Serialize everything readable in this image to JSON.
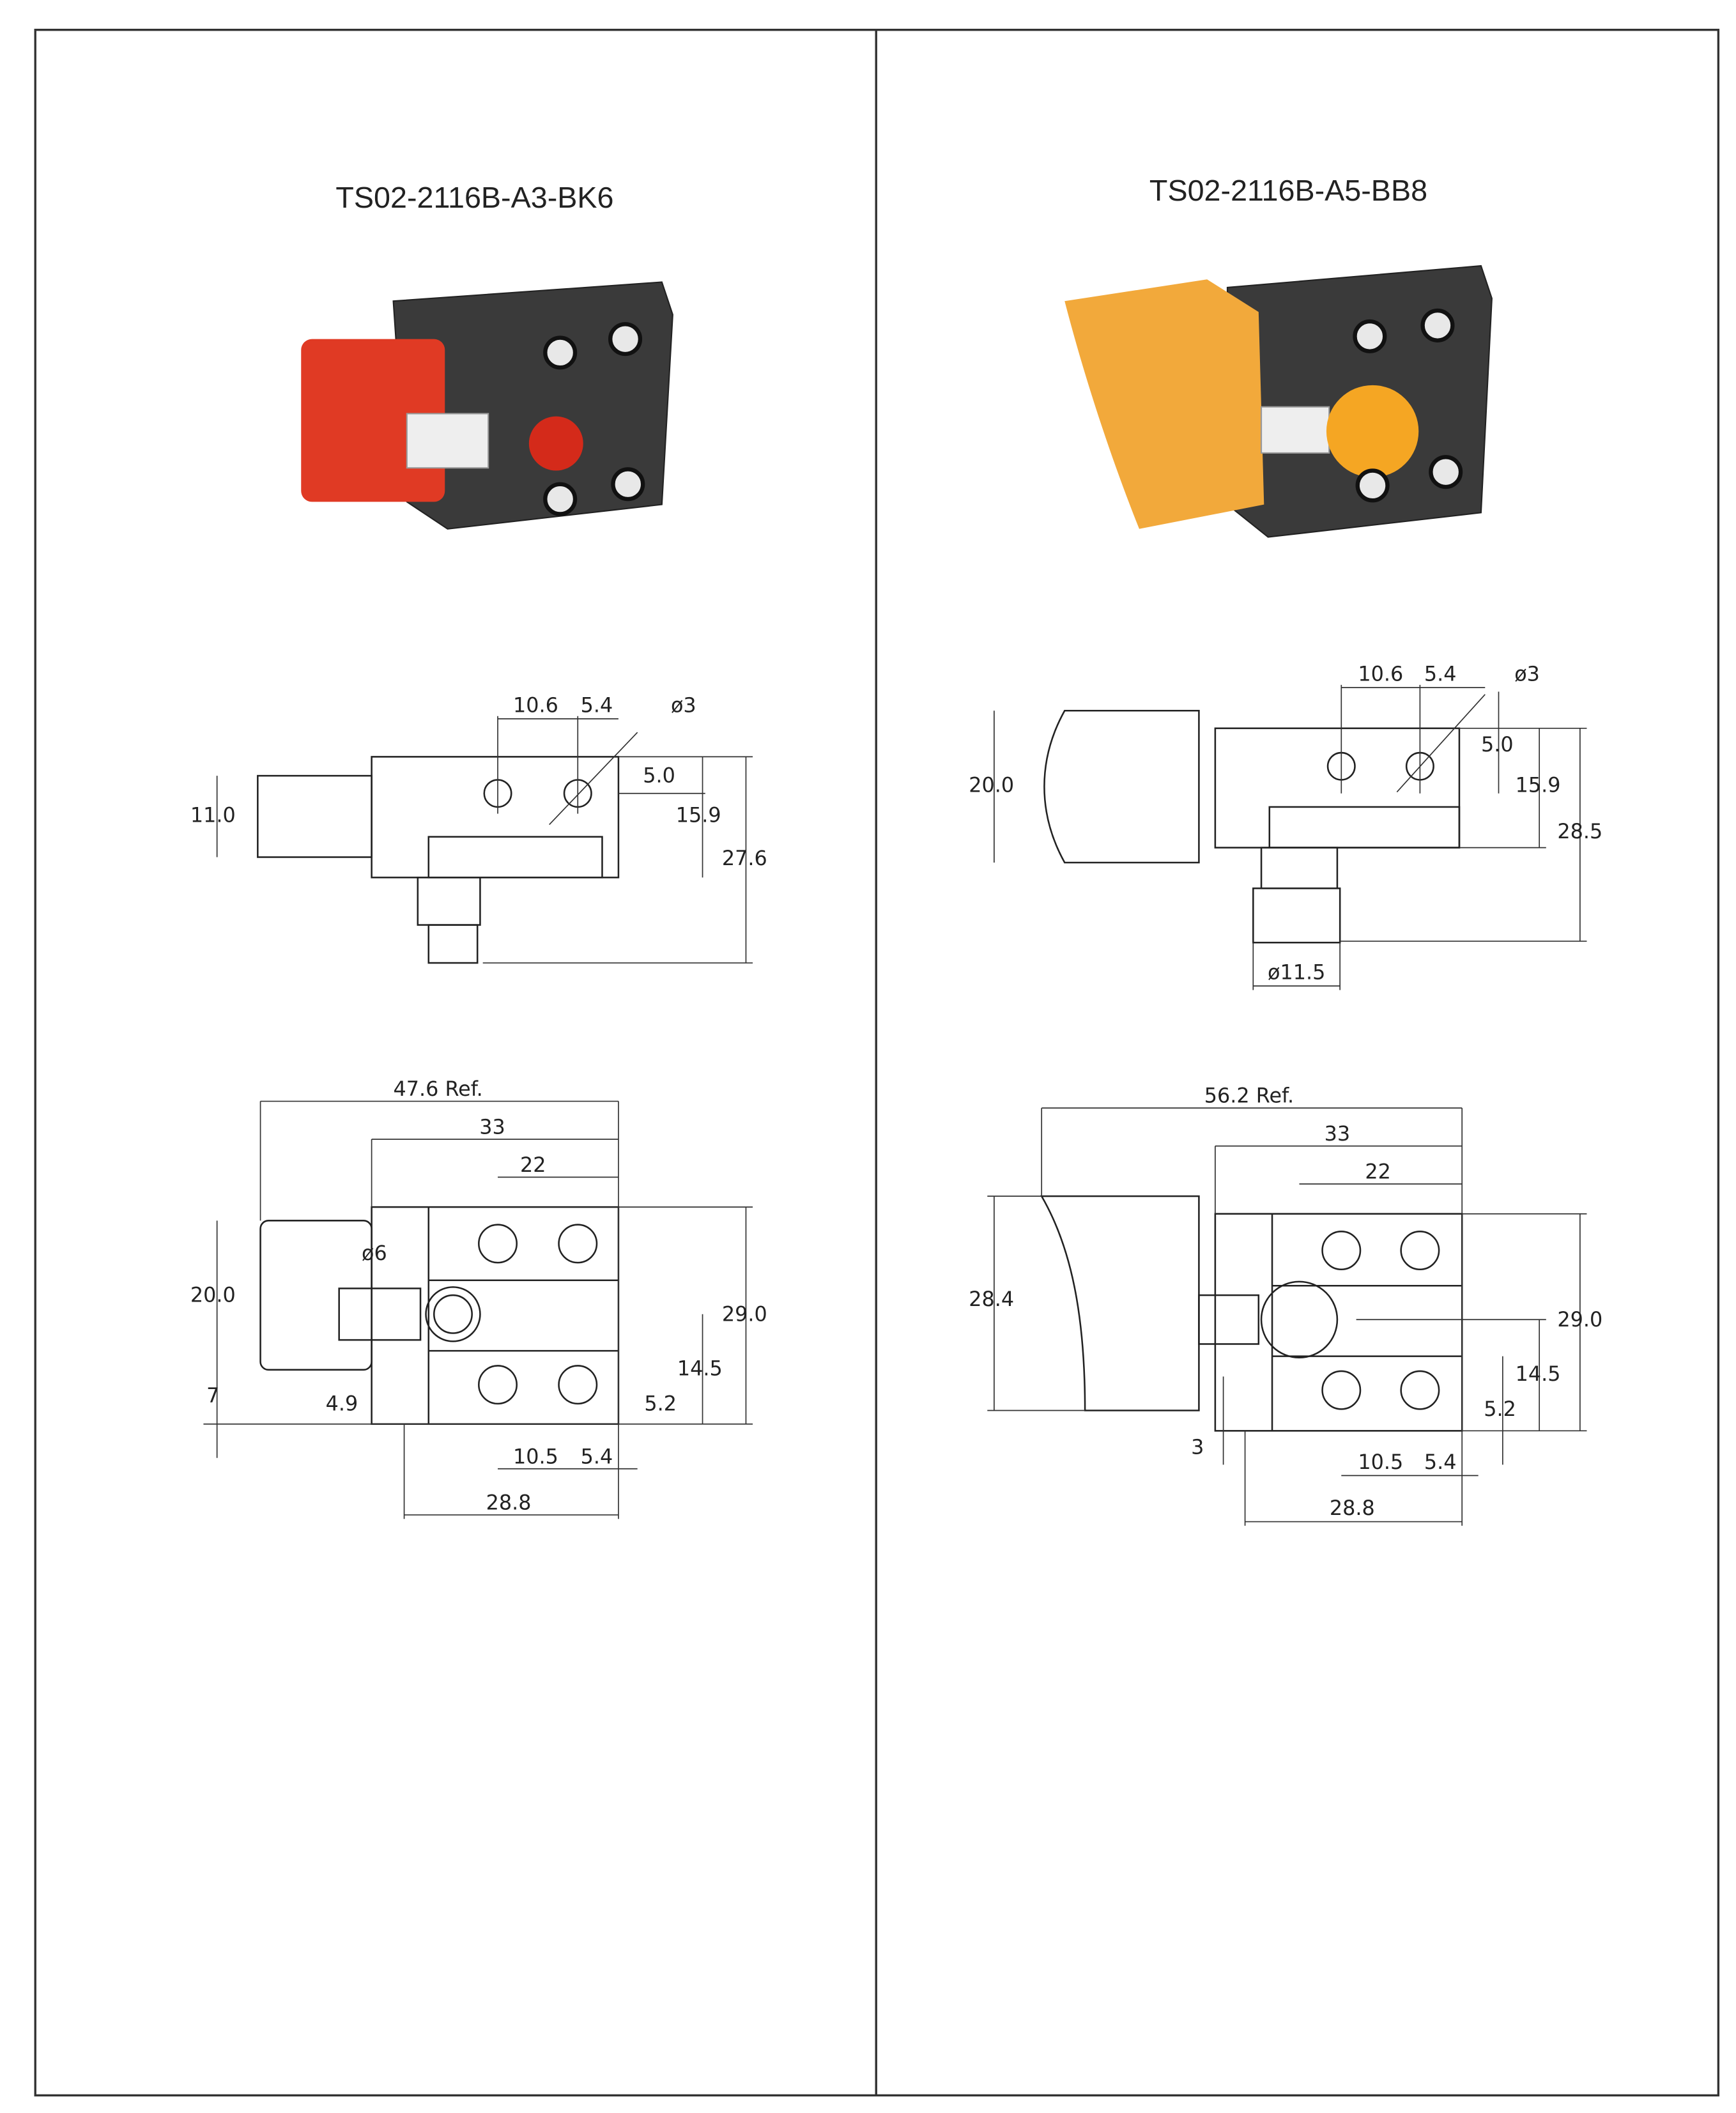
{
  "panels": [
    {
      "title": "TS02-2116B-A3-BK6",
      "trigger_color": "#e03a24",
      "side_view": {
        "d1": "10.6",
        "d2": "5.4",
        "hole": "ø3",
        "d3": "5.0",
        "d4": "15.9",
        "d5": "27.6",
        "d6": "11.0"
      },
      "top_view": {
        "overall": "47.6  Ref.",
        "w33": "33",
        "w22": "22",
        "h20": "20.0",
        "dia": "ø6",
        "h29": "29.0",
        "h14": "14.5",
        "h5": "5.2",
        "h7": "7",
        "h4": "4.9",
        "b10": "10.5",
        "b5": "5.4",
        "b28": "28.8"
      }
    },
    {
      "title": "TS02-2116B-A5-BB8",
      "trigger_color": "#f2a93b",
      "side_view": {
        "d1": "10.6",
        "d2": "5.4",
        "hole": "ø3",
        "h20": "20.0",
        "d3": "5.0",
        "d4": "15.9",
        "d5": "28.5",
        "dia": "ø11.5"
      },
      "top_view": {
        "overall": "56.2  Ref.",
        "w33": "33",
        "w22": "22",
        "h28": "28.4",
        "h29": "29.0",
        "h14": "14.5",
        "h5": "5.2",
        "h3": "3",
        "b10": "10.5",
        "b5": "5.4",
        "b28": "28.8"
      }
    }
  ]
}
